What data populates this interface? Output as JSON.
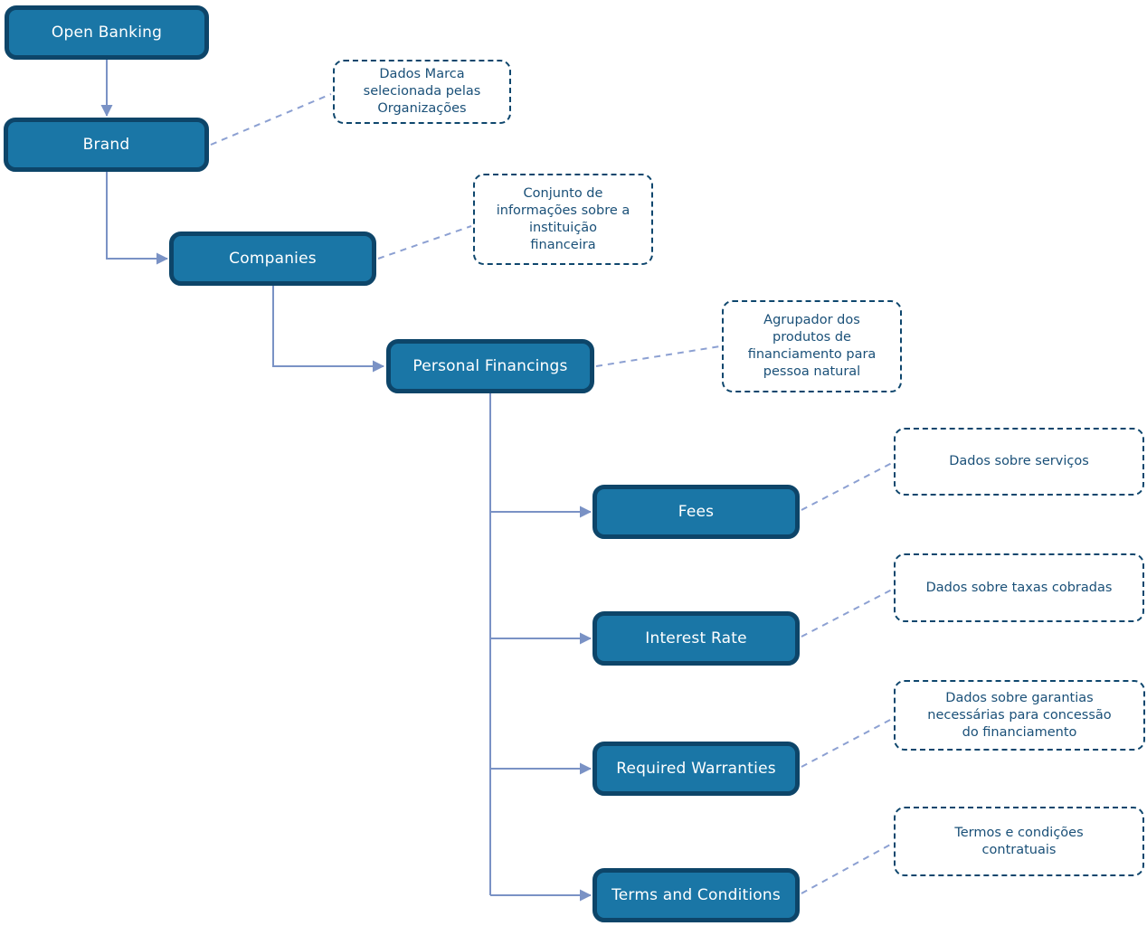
{
  "colors": {
    "node_fill": "#1A76A6",
    "node_border": "#0D4569",
    "node_text": "#FFFFFF",
    "annotation_border": "#0E466D",
    "annotation_text": "#1A5078",
    "connector_solid": "#7A92C5",
    "connector_dashed": "#8CA0D2",
    "background": "#FFFFFF"
  },
  "nodes": [
    {
      "id": "open-banking",
      "label": "Open Banking"
    },
    {
      "id": "brand",
      "label": "Brand"
    },
    {
      "id": "companies",
      "label": "Companies"
    },
    {
      "id": "personal-financings",
      "label": "Personal Financings"
    },
    {
      "id": "fees",
      "label": "Fees"
    },
    {
      "id": "interest-rate",
      "label": "Interest Rate"
    },
    {
      "id": "required-warranties",
      "label": "Required Warranties"
    },
    {
      "id": "terms-and-conditions",
      "label": "Terms and Conditions"
    }
  ],
  "annotations": [
    {
      "for": "brand",
      "text": "Dados Marca\nselecionada pelas\nOrganizações"
    },
    {
      "for": "companies",
      "text": "Conjunto de\ninformações sobre a\ninstituição\nfinanceira"
    },
    {
      "for": "personal-financings",
      "text": "Agrupador dos\nprodutos de\nfinanciamento para\npessoa natural"
    },
    {
      "for": "fees",
      "text": "Dados sobre serviços"
    },
    {
      "for": "interest-rate",
      "text": "Dados sobre taxas cobradas"
    },
    {
      "for": "required-warranties",
      "text": "Dados sobre garantias\nnecessárias para concessão\ndo financiamento"
    },
    {
      "for": "terms-and-conditions",
      "text": "Termos e condições\ncontratuais"
    }
  ]
}
